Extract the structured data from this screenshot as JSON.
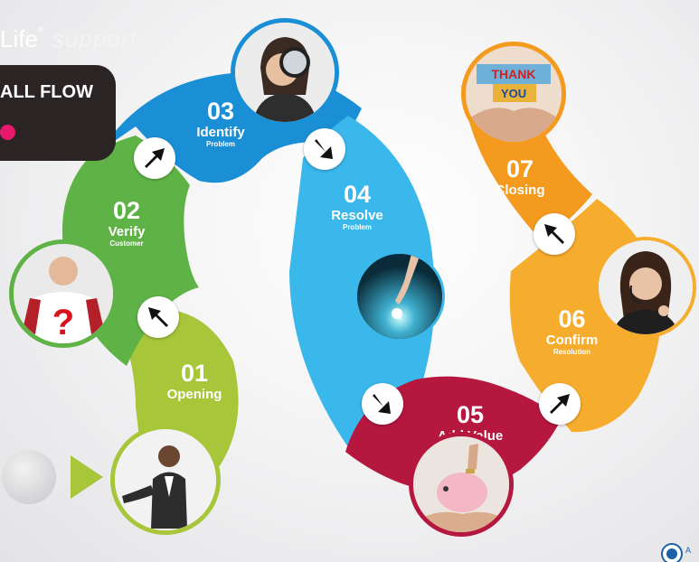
{
  "brand": {
    "name": "Life",
    "mark": "®",
    "tagline": "support"
  },
  "header": {
    "title": "ALL FLOW"
  },
  "steps": [
    {
      "num": "01",
      "label": "Opening",
      "sub": "",
      "color": "#a7c63a"
    },
    {
      "num": "02",
      "label": "Verify",
      "sub": "Customer",
      "color": "#5fb346"
    },
    {
      "num": "03",
      "label": "Identify",
      "sub": "Problem",
      "color": "#1b8fd6"
    },
    {
      "num": "04",
      "label": "Resolve",
      "sub": "Problem",
      "color": "#3ab8ec"
    },
    {
      "num": "05",
      "label": "Add Value",
      "sub": "",
      "color": "#b5173f"
    },
    {
      "num": "06",
      "label": "Confirm",
      "sub": "Resolution",
      "color": "#f6ad2e"
    },
    {
      "num": "07",
      "label": "Closing",
      "sub": "",
      "color": "#f39a1f"
    }
  ],
  "photos": [
    {
      "name": "opening-photo",
      "icon": "businessman-handshake"
    },
    {
      "name": "verify-photo",
      "icon": "man-question-shirt"
    },
    {
      "name": "identify-photo",
      "icon": "woman-magnifier"
    },
    {
      "name": "resolve-photo",
      "icon": "hand-touch-glow"
    },
    {
      "name": "addvalue-photo",
      "icon": "piggy-bank-hands"
    },
    {
      "name": "confirm-photo",
      "icon": "woman-headset"
    },
    {
      "name": "closing-photo",
      "icon": "thank-you-blocks"
    }
  ],
  "photo_text": {
    "question": "?",
    "thank": "THANK",
    "you": "YOU"
  },
  "arrows": [
    "up-right",
    "up-left",
    "down-right",
    "down-right",
    "up-right",
    "up-left"
  ],
  "seal": {
    "text": "A"
  }
}
